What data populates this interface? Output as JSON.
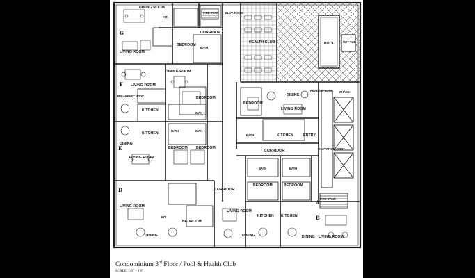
{
  "caption": {
    "title_prefix": "Condominium 3",
    "title_sup": "rd",
    "title_suffix": " Floor / Pool & Health Club",
    "scale": "SCALE: 1/8\" = 1'0\""
  },
  "rooms": {
    "dining_room_top": "DINING ROOM",
    "kit_top": "KIT.",
    "elev_room": "ELEV. ROOM",
    "fire_stair_top": "FIRE STAIR",
    "corridor_top": "CORRIDOR",
    "unit_g": "G",
    "living_room_g": "LIVING ROOM",
    "bedroom_g": "BEDROOM",
    "bath_g": "BATH",
    "health_club": "HEALTH CLUB",
    "pool": "POOL",
    "hot_tub": "HOT TUB",
    "dining_room_f": "DINING ROOM",
    "unit_f": "F",
    "living_room_f": "LIVING ROOM",
    "breakfast_nook": "BREAKFAST NOOK",
    "kitchen_f": "KITCHEN",
    "bedroom_f": "BEDROOM",
    "bath_f1": "BATH",
    "bath_f2": "BATH",
    "kitchen_e": "KITCHEN",
    "unit_e": "E",
    "dining_e": "DINING",
    "bedroom_e1": "BEDROOM",
    "bedroom_e2": "BEDROOM",
    "bath_e": "BATH",
    "living_room_e": "LIVING ROOM",
    "reading_nook": "READING NOOK",
    "dining_h": "DINING",
    "bedroom_h": "BEDROOM",
    "living_room_h": "LIVING ROOM",
    "kitchen_h": "KITCHEN",
    "entry_h": "ENTRY",
    "bath_h": "BATH",
    "chase": "CHASE",
    "corridor_main": "CORRIDOR",
    "elevator_lobby": "ELEVATOR LOBBY",
    "bath_c1": "BATH",
    "bath_c2": "BATH",
    "bedroom_c1": "BEDROOM",
    "bedroom_c2": "BEDROOM",
    "fire_stair_bottom": "FIRE STAIR",
    "unit_a": "A",
    "corridor_bottom": "CORRIDOR",
    "unit_d": "D",
    "living_room_d": "LIVING ROOM",
    "kit_d": "KIT.",
    "bedroom_d": "BEDROOM",
    "dining_d": "DINING",
    "living_room_c": "LIVING ROOM",
    "dining_c": "DINING",
    "kitchen_b1": "KITCHEN",
    "kitchen_b2": "KITCHEN",
    "unit_b": "B",
    "dining_b": "DINING",
    "living_room_b": "LIVING ROOM"
  },
  "colors": {
    "ink": "#1a1a1a",
    "paper": "#ffffff",
    "background": "#000000"
  }
}
